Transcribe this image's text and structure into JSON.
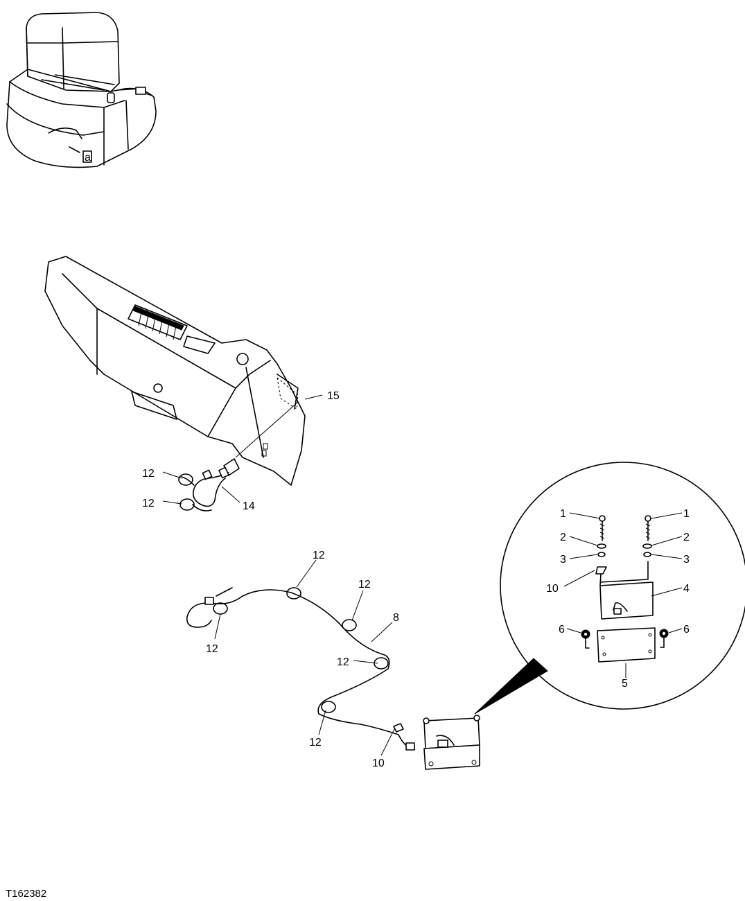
{
  "doc_id": "T162382",
  "inset_letter": "a",
  "callouts": {
    "c15": "15",
    "c14": "14",
    "c12a": "12",
    "c12b": "12",
    "c12c": "12",
    "c12d": "12",
    "c12e": "12",
    "c12f": "12",
    "c12g": "12",
    "c8": "8",
    "c10a": "10",
    "c10b": "10",
    "c1a": "1",
    "c1b": "1",
    "c2a": "2",
    "c2b": "2",
    "c3a": "3",
    "c3b": "3",
    "c4": "4",
    "c5": "5",
    "c6a": "6",
    "c6b": "6"
  }
}
